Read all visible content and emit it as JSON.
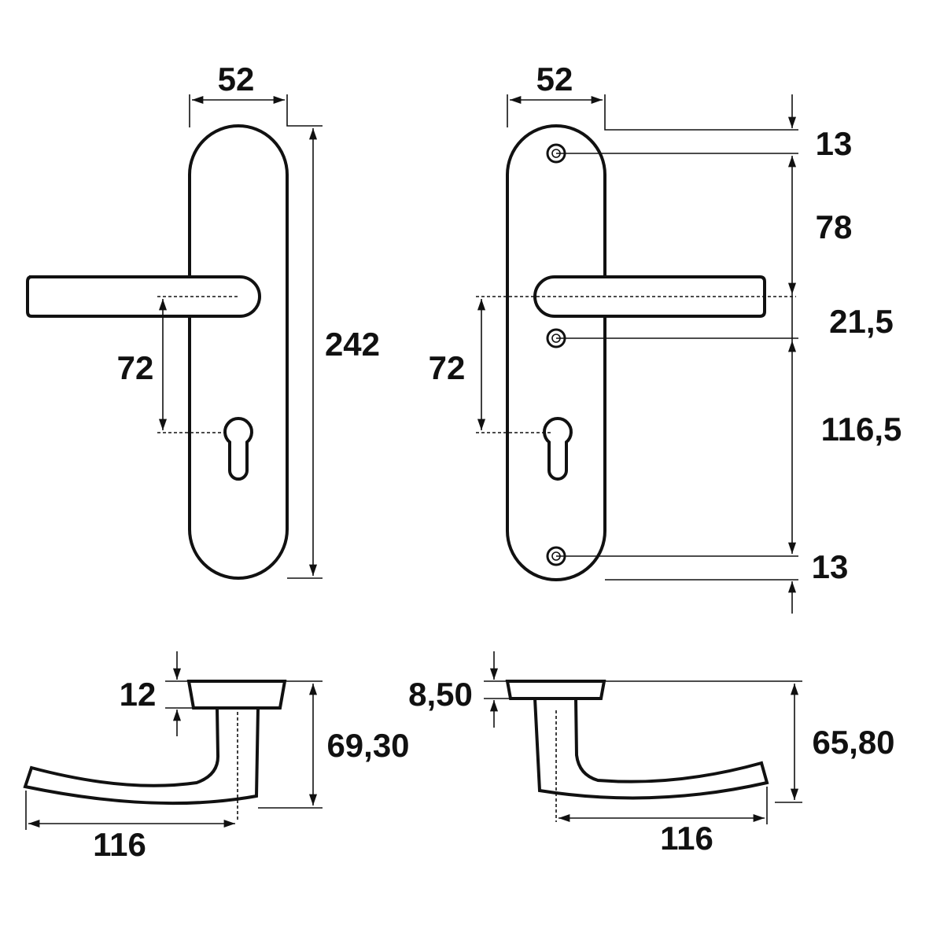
{
  "front_left": {
    "width": "52",
    "height": "242",
    "handle_to_cylinder": "72"
  },
  "front_right": {
    "width": "52",
    "top_to_screw": "13",
    "screw_to_handle": "78",
    "handle_to_screw": "21,5",
    "screw_to_screw": "116,5",
    "screw_to_bottom": "13",
    "handle_to_cylinder": "72"
  },
  "side_left": {
    "rose_thickness": "12",
    "height": "69,30",
    "length": "116"
  },
  "side_right": {
    "rose_thickness": "8,50",
    "height": "65,80",
    "length": "116"
  },
  "colors": {
    "line": "#111111",
    "background": "#ffffff"
  }
}
